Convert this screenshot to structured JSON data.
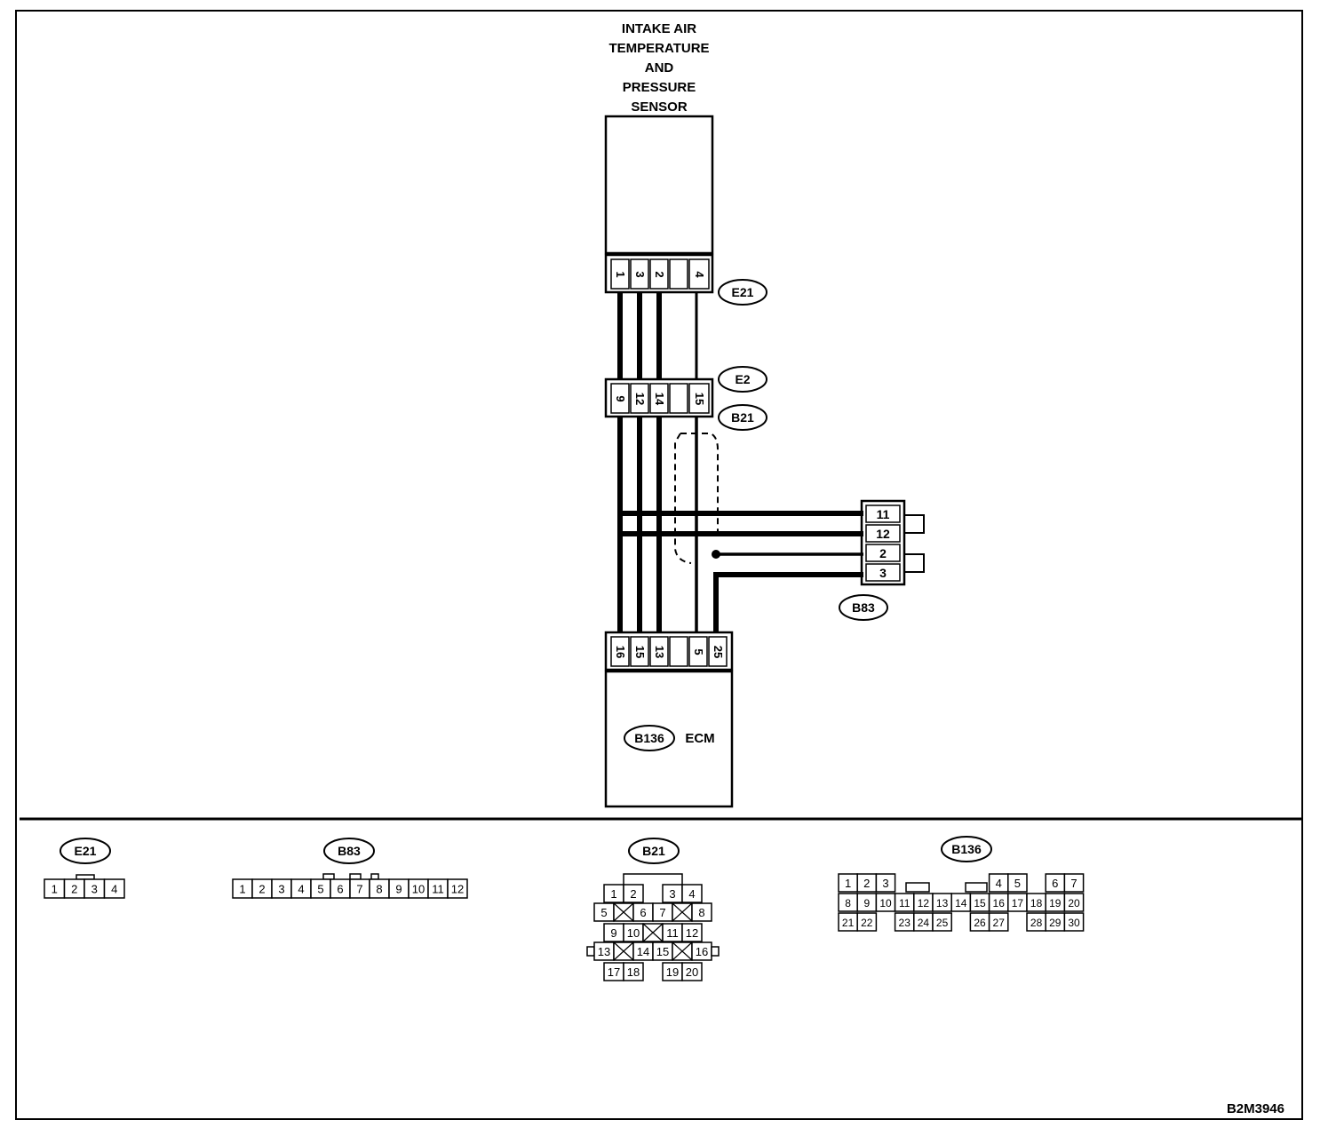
{
  "sensor": {
    "title_lines": [
      "INTAKE AIR",
      "TEMPERATURE",
      "AND",
      "PRESSURE",
      "SENSOR"
    ],
    "connector_id": "E21",
    "pins": [
      "1",
      "3",
      "2",
      "",
      "4"
    ]
  },
  "joint": {
    "ids": [
      "E2",
      "B21"
    ],
    "pins": [
      "9",
      "12",
      "14",
      "",
      "15"
    ]
  },
  "b83_conn": {
    "id": "B83",
    "pins": [
      "11",
      "12",
      "2",
      "3"
    ]
  },
  "ecm": {
    "id": "B136",
    "name": "ECM",
    "pins": [
      "16",
      "15",
      "13",
      "",
      "5",
      "25"
    ]
  },
  "faces": {
    "e21": {
      "id": "E21",
      "pins": [
        "1",
        "2",
        "3",
        "4"
      ]
    },
    "b83": {
      "id": "B83",
      "pins": [
        "1",
        "2",
        "3",
        "4",
        "5",
        "6",
        "7",
        "8",
        "9",
        "10",
        "11",
        "12"
      ]
    },
    "b21": {
      "id": "B21",
      "pins": [
        "1",
        "2",
        "3",
        "4",
        "5",
        "6",
        "7",
        "8",
        "9",
        "10",
        "11",
        "12",
        "13",
        "14",
        "15",
        "16",
        "17",
        "18",
        "19",
        "20"
      ]
    },
    "b136": {
      "id": "B136",
      "pins": [
        "1",
        "2",
        "3",
        "4",
        "5",
        "6",
        "7",
        "8",
        "9",
        "10",
        "11",
        "12",
        "13",
        "14",
        "15",
        "16",
        "17",
        "18",
        "19",
        "20",
        "21",
        "22",
        "23",
        "24",
        "25",
        "26",
        "27",
        "28",
        "29",
        "30"
      ]
    }
  },
  "figure_code": "B2M3946"
}
